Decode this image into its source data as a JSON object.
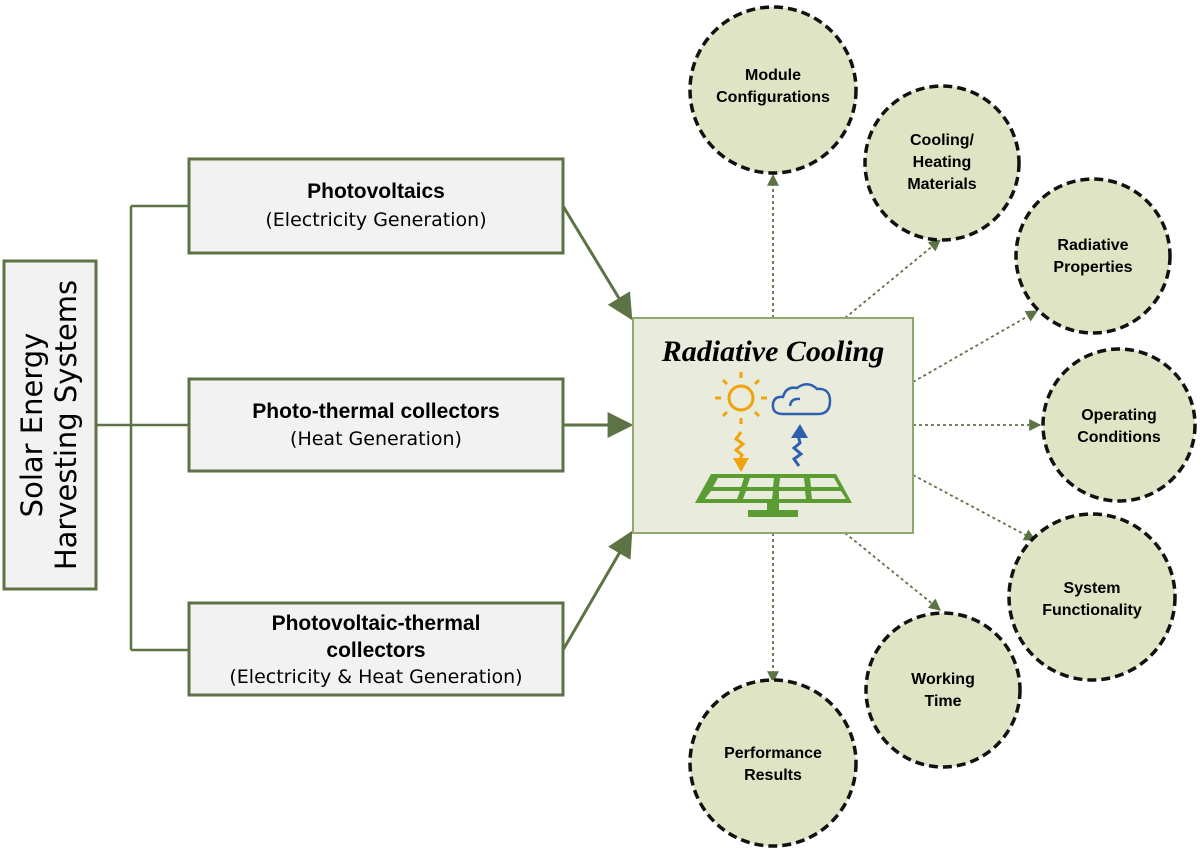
{
  "colors": {
    "frame": "#5d7345",
    "box_fill": "#f2f2f2",
    "center_fill": "#e9ecdd",
    "center_border": "#8fa86f",
    "circle_fill": "#dfe5c4",
    "sun": "#f0a30a",
    "cloud": "#2f5fae",
    "panel": "#5c9d33"
  },
  "left_panel": {
    "line1": "Solar Energy",
    "line2": "Harvesting Systems"
  },
  "systems": [
    {
      "title": "Photovoltaics",
      "title2": "",
      "subtitle": "(Electricity Generation)"
    },
    {
      "title": "Photo-thermal collectors",
      "title2": "",
      "subtitle": "(Heat Generation)"
    },
    {
      "title": "Photovoltaic-thermal",
      "title2": "collectors",
      "subtitle": "(Electricity & Heat Generation)"
    }
  ],
  "center": {
    "title": "Radiative Cooling",
    "icons": [
      "sun-icon",
      "cloud-icon",
      "heat-wave-down-icon",
      "heat-wave-up-icon",
      "solar-panel-icon"
    ]
  },
  "factors": [
    {
      "lines": [
        "Module",
        "Configurations"
      ]
    },
    {
      "lines": [
        "Cooling/",
        "Heating",
        "Materials"
      ]
    },
    {
      "lines": [
        "Radiative",
        "Properties"
      ]
    },
    {
      "lines": [
        "Operating",
        "Conditions"
      ]
    },
    {
      "lines": [
        "System",
        "Functionality"
      ]
    },
    {
      "lines": [
        "Working",
        "Time"
      ]
    },
    {
      "lines": [
        "Performance",
        "Results"
      ]
    }
  ]
}
